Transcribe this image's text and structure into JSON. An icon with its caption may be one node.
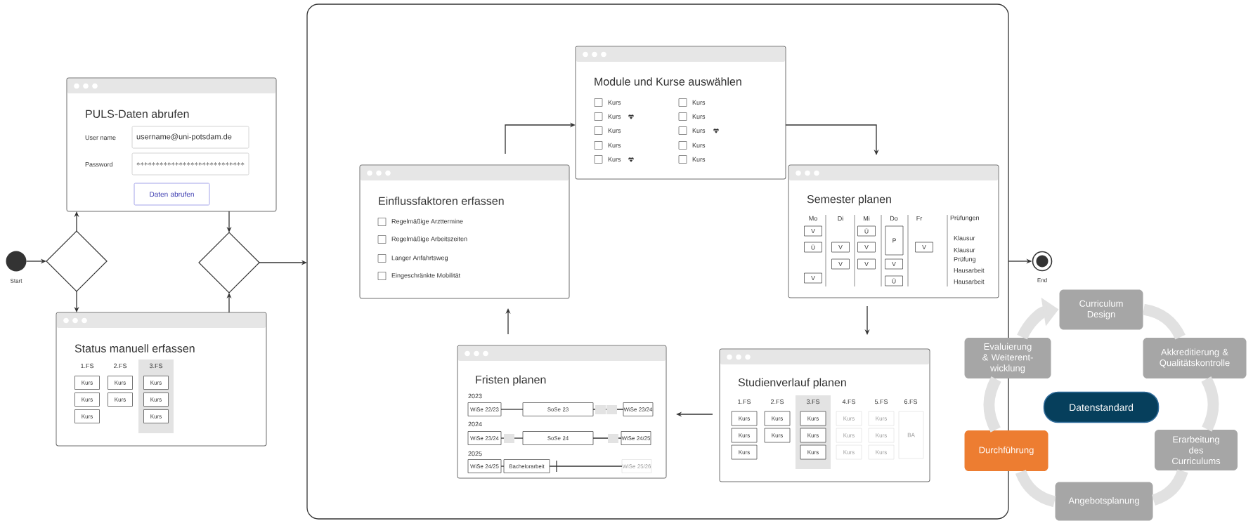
{
  "diagram": {
    "nodes": [
      {
        "text": [],
        "shape": "circle",
        "beside": [
          "Start"
        ]
      },
      {
        "text": [],
        "shape": "diamond"
      },
      {
        "text": [
          "PULS-Daten abrufen",
          "User name",
          "Password"
        ]
      },
      {
        "text": [
          "username@uni-potsdam.de"
        ],
        "in": 2
      },
      {
        "text": [
          "****************************"
        ],
        "in": 2
      },
      {
        "text": [
          "Daten abrufen"
        ],
        "in": 2
      },
      {
        "text": [],
        "shape": "diamond"
      },
      {
        "text": [
          "Status manuell erfassen",
          "1.FS",
          "2.FS"
        ]
      },
      {
        "text": [
          "Kurs"
        ],
        "in": 7
      },
      {
        "text": [
          "Kurs"
        ],
        "in": 7
      },
      {
        "text": [
          "Kurs"
        ],
        "in": 7
      },
      {
        "text": [
          "Kurs"
        ],
        "in": 7
      },
      {
        "text": [
          "Kurs"
        ],
        "in": 7
      },
      {
        "text": [
          "3.FS"
        ],
        "in": 7
      },
      {
        "text": [
          "Kurs"
        ],
        "in": 13
      },
      {
        "text": [
          "Kurs"
        ],
        "in": 13
      },
      {
        "text": [
          "Kurs"
        ],
        "in": 13
      },
      {
        "text": [],
        "shape": "box"
      },
      {
        "text": [
          "Einflussfaktoren erfassen",
          "Regelmäßige Arzttermine",
          "Regelmäßige Arbeitszeiten",
          "Langer Anfahrtsweg",
          "Eingeschränkte Mobilität"
        ],
        "in": 17
      },
      {
        "text": [
          "Module und Kurse auswählen",
          "Kurs",
          "Kurs",
          "Kurs",
          "Kurs",
          "Kurs",
          "Kurs",
          "Kurs",
          "Kurs",
          "Kurs",
          "Kurs"
        ],
        "in": 17
      },
      {
        "text": [
          "Semester planen",
          "Mo",
          "Di",
          "Mi",
          "Do",
          "Fr",
          "Prüfungen",
          "Klausur",
          "Klausur",
          "Prüfung",
          "Hausarbeit",
          "Hausarbeit"
        ],
        "in": 17
      },
      {
        "text": [
          "V"
        ],
        "in": 20
      },
      {
        "text": [
          "Ü"
        ],
        "in": 20
      },
      {
        "text": [
          "V"
        ],
        "in": 20
      },
      {
        "text": [
          "V"
        ],
        "in": 20
      },
      {
        "text": [
          "V"
        ],
        "in": 20
      },
      {
        "text": [
          "Ü"
        ],
        "in": 20
      },
      {
        "text": [
          "V"
        ],
        "in": 20
      },
      {
        "text": [
          "V"
        ],
        "in": 20
      },
      {
        "text": [
          "P"
        ],
        "in": 20
      },
      {
        "text": [
          "V"
        ],
        "in": 20
      },
      {
        "text": [
          "Ü"
        ],
        "in": 20
      },
      {
        "text": [
          "V"
        ],
        "in": 20
      },
      {
        "text": [
          "Studienverlauf planen",
          "1.FS",
          "2.FS",
          "4.FS",
          "5.FS",
          "6.FS"
        ],
        "in": 17
      },
      {
        "text": [
          "Kurs"
        ],
        "in": 33
      },
      {
        "text": [
          "Kurs"
        ],
        "in": 33
      },
      {
        "text": [
          "Kurs"
        ],
        "in": 33
      },
      {
        "text": [
          "Kurs"
        ],
        "in": 33
      },
      {
        "text": [
          "Kurs"
        ],
        "in": 33
      },
      {
        "text": [
          "3.FS"
        ],
        "in": 33
      },
      {
        "text": [
          "Kurs"
        ],
        "in": 39
      },
      {
        "text": [
          "Kurs"
        ],
        "in": 39
      },
      {
        "text": [
          "Kurs"
        ],
        "in": 39
      },
      {
        "text": [
          "Kurs"
        ],
        "in": 33
      },
      {
        "text": [
          "Kurs"
        ],
        "in": 33
      },
      {
        "text": [
          "Kurs"
        ],
        "in": 33
      },
      {
        "text": [
          "Kurs"
        ],
        "in": 33
      },
      {
        "text": [
          "Kurs"
        ],
        "in": 33
      },
      {
        "text": [
          "Kurs"
        ],
        "in": 33
      },
      {
        "text": [
          "BA"
        ],
        "in": 33
      },
      {
        "text": [
          "Fristen planen",
          "2023",
          "2024",
          "2025"
        ],
        "in": 17
      },
      {
        "text": [
          "WiSe 22/23"
        ],
        "in": 50
      },
      {
        "text": [
          "SoSe 23"
        ],
        "in": 50
      },
      {
        "text": [
          "WiSe 23/24"
        ],
        "in": 50
      },
      {
        "text": [
          "WiSe 23/24"
        ],
        "in": 50
      },
      {
        "text": [
          "SoSe 24"
        ],
        "in": 50
      },
      {
        "text": [
          "WiSe 24/25"
        ],
        "in": 50
      },
      {
        "text": [
          "WiSe 24/25"
        ],
        "in": 50
      },
      {
        "text": [
          "Bachelorarbeit"
        ],
        "in": 50
      },
      {
        "text": [
          "WiSe 25/26"
        ],
        "in": 50
      },
      {
        "text": [],
        "shape": "circle",
        "beside": [
          "End"
        ]
      },
      {
        "text": [
          "Curriculum Design"
        ]
      },
      {
        "text": [
          "Akkreditierung & Qualitätskontrolle"
        ]
      },
      {
        "text": [
          "Erarbeitung des Curriculums"
        ]
      },
      {
        "text": [
          "Angebotsplanung"
        ]
      },
      {
        "text": [
          "Durchführung"
        ]
      },
      {
        "text": [
          "Evaluierung & Weiterent- wicklung"
        ]
      },
      {
        "text": [
          "Datenstandard"
        ]
      }
    ],
    "edges": [
      {
        "from": 0,
        "to": 1,
        "arrow": "to"
      },
      {
        "from": 1,
        "to": 2,
        "arrow": "to"
      },
      {
        "from": 1,
        "to": 7,
        "arrow": "to"
      },
      {
        "from": 2,
        "to": 6,
        "arrow": "to"
      },
      {
        "from": 7,
        "to": 6,
        "arrow": "to"
      },
      {
        "from": 6,
        "to": 17,
        "arrow": "to"
      },
      {
        "from": 18,
        "to": 19,
        "arrow": "to"
      },
      {
        "from": 19,
        "to": 20,
        "arrow": "to"
      },
      {
        "from": 20,
        "to": 33,
        "arrow": "to"
      },
      {
        "from": 33,
        "to": 50,
        "arrow": "to"
      },
      {
        "from": 50,
        "to": 18,
        "arrow": "to"
      },
      {
        "from": 17,
        "to": 60,
        "arrow": "to"
      },
      {
        "from": 51,
        "to": 52,
        "arrow": "none"
      },
      {
        "from": 52,
        "to": 53,
        "arrow": "none"
      },
      {
        "from": 54,
        "to": 55,
        "arrow": "none"
      },
      {
        "from": 55,
        "to": 56,
        "arrow": "none"
      },
      {
        "from": 57,
        "to": 58,
        "arrow": "none"
      },
      {
        "from": 58,
        "to": 59,
        "arrow": "none"
      },
      {
        "from": 61,
        "to": 62,
        "arrow": "none",
        "style": "thick",
        "color": "#e1e1e1"
      },
      {
        "from": 62,
        "to": 63,
        "arrow": "none",
        "style": "thick",
        "color": "#e1e1e1"
      },
      {
        "from": 63,
        "to": 64,
        "arrow": "none",
        "style": "thick",
        "color": "#e1e1e1"
      },
      {
        "from": 64,
        "to": 65,
        "arrow": "none",
        "style": "thick",
        "color": "#e1e1e1"
      },
      {
        "from": 65,
        "to": 66,
        "arrow": "none",
        "style": "thick",
        "color": "#e1e1e1"
      },
      {
        "from": 66,
        "to": 61,
        "arrow": "to",
        "style": "thick",
        "color": "#e1e1e1"
      }
    ]
  }
}
